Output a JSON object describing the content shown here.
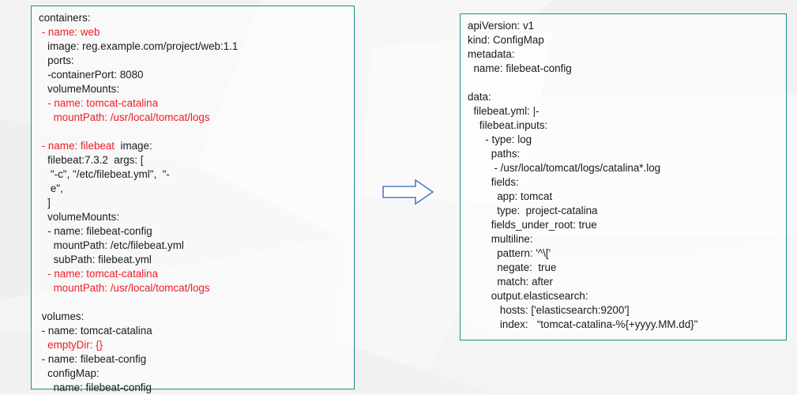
{
  "theme": {
    "panel_border_color": "#16938a",
    "text_color": "#1a1a1a",
    "highlight_color": "#ee1c25",
    "arrow_color": "#4f7cc4",
    "background_color": "#f5f5f5"
  },
  "left_panel": {
    "title": "pod-containers-yaml",
    "lines": [
      {
        "text": "containers:",
        "color": "black"
      },
      {
        "text": " - name: web",
        "color": "red"
      },
      {
        "text": "   image: reg.example.com/project/web:1.1",
        "color": "black"
      },
      {
        "text": "   ports:",
        "color": "black"
      },
      {
        "text": "   -containerPort: 8080",
        "color": "black"
      },
      {
        "text": "   volumeMounts:",
        "color": "black"
      },
      {
        "text": "   - name: tomcat-catalina",
        "color": "red"
      },
      {
        "text": "     mountPath: /usr/local/tomcat/logs",
        "color": "red"
      },
      {
        "text": "",
        "color": "black"
      },
      {
        "text": " - name: filebeat  image:",
        "color": "red",
        "segments": [
          {
            "text": " - name: filebeat",
            "color": "red"
          },
          {
            "text": "  image:",
            "color": "black"
          }
        ]
      },
      {
        "text": "   filebeat:7.3.2  args: [",
        "color": "black"
      },
      {
        "text": "    \"-c\", \"/etc/filebeat.yml\",  \"-",
        "color": "black"
      },
      {
        "text": "    e\",",
        "color": "black"
      },
      {
        "text": "   ]",
        "color": "black"
      },
      {
        "text": "   volumeMounts:",
        "color": "black"
      },
      {
        "text": "   - name: filebeat-config",
        "color": "black"
      },
      {
        "text": "     mountPath: /etc/filebeat.yml",
        "color": "black"
      },
      {
        "text": "     subPath: filebeat.yml",
        "color": "black"
      },
      {
        "text": "   - name: tomcat-catalina",
        "color": "red"
      },
      {
        "text": "     mountPath: /usr/local/tomcat/logs",
        "color": "red"
      },
      {
        "text": "",
        "color": "black"
      },
      {
        "text": " volumes:",
        "color": "black"
      },
      {
        "text": " - name: tomcat-catalina",
        "color": "black"
      },
      {
        "text": "   emptyDir: {}",
        "color": "red"
      },
      {
        "text": " - name: filebeat-config",
        "color": "black"
      },
      {
        "text": "   configMap:",
        "color": "black"
      },
      {
        "text": "     name: filebeat-config",
        "color": "black"
      }
    ]
  },
  "right_panel": {
    "title": "filebeat-configmap-yaml",
    "lines": [
      {
        "text": "apiVersion: v1",
        "color": "black"
      },
      {
        "text": "kind: ConfigMap",
        "color": "black"
      },
      {
        "text": "metadata:",
        "color": "black"
      },
      {
        "text": "  name: filebeat-config",
        "color": "black"
      },
      {
        "text": "",
        "color": "black"
      },
      {
        "text": "data:",
        "color": "black"
      },
      {
        "text": "  filebeat.yml: |-",
        "color": "black"
      },
      {
        "text": "    filebeat.inputs:",
        "color": "black"
      },
      {
        "text": "      - type: log",
        "color": "black"
      },
      {
        "text": "        paths:",
        "color": "black"
      },
      {
        "text": "         - /usr/local/tomcat/logs/catalina*.log",
        "color": "black"
      },
      {
        "text": "        fields:",
        "color": "black"
      },
      {
        "text": "          app: tomcat",
        "color": "black"
      },
      {
        "text": "          type:  project-catalina",
        "color": "black"
      },
      {
        "text": "        fields_under_root: true",
        "color": "black"
      },
      {
        "text": "        multiline:",
        "color": "black"
      },
      {
        "text": "          pattern: '^\\['",
        "color": "black"
      },
      {
        "text": "          negate:  true",
        "color": "black"
      },
      {
        "text": "          match: after",
        "color": "black"
      },
      {
        "text": "        output.elasticsearch:",
        "color": "black"
      },
      {
        "text": "           hosts: ['elasticsearch:9200']",
        "color": "black"
      },
      {
        "text": "           index:   “tomcat-catalina-%{+yyyy.MM.dd}\"",
        "color": "black"
      }
    ]
  },
  "arrow": {
    "label": "flows-to",
    "direction": "right"
  }
}
